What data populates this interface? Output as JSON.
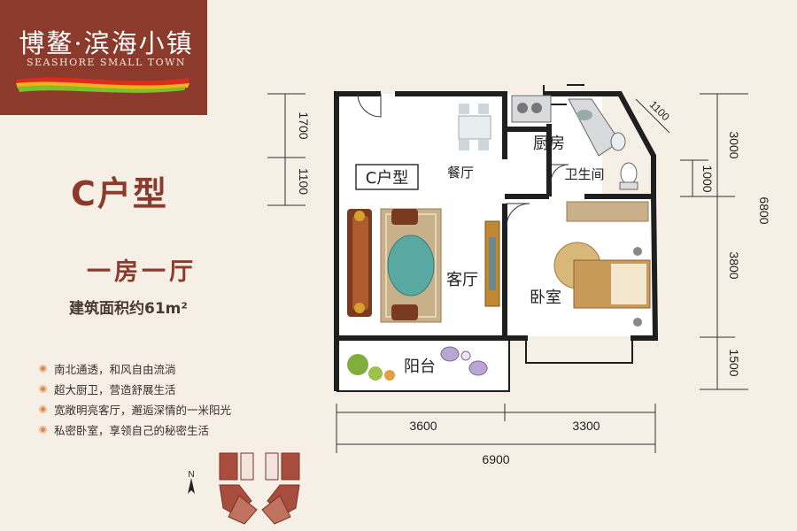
{
  "brand": {
    "name_cn": "博鳌·滨海小镇",
    "name_en": "SEASHORE SMALL TOWN",
    "colors": {
      "panel": "#8b3a2c",
      "stripe": [
        "#e02a1c",
        "#f4b21a",
        "#7cc12b"
      ]
    }
  },
  "unit": {
    "type_title": "C户型",
    "layout": "一房一厅",
    "area": "建筑面积约61m²"
  },
  "features": [
    {
      "text": "南北通透，和风自由流淌",
      "icon": "bullet-circle-icon"
    },
    {
      "text": "超大厨卫，营造舒展生活",
      "icon": "bullet-circle-icon"
    },
    {
      "text": "宽敞明亮客厅，邂逅深情的一米阳光",
      "icon": "bullet-circle-icon"
    },
    {
      "text": "私密卧室，享领自己的秘密生活",
      "icon": "bullet-circle-icon"
    }
  ],
  "floorplan": {
    "plan_label": "C户型",
    "rooms": {
      "dining": "餐厅",
      "kitchen": "厨房",
      "bathroom": "卫生间",
      "living": "客厅",
      "bedroom": "卧室",
      "balcony": "阳台"
    },
    "dimensions": {
      "left_top": "1700",
      "left_bottom": "1100",
      "diagonal": "1100",
      "right_small": "1000",
      "right_1": "3000",
      "right_2": "3800",
      "right_3": "1500",
      "right_total": "6800",
      "bottom_left": "3600",
      "bottom_right": "3300",
      "bottom_total": "6900"
    }
  },
  "compass": {
    "label": "N",
    "icon": "north-arrow-icon"
  },
  "site_plan": {
    "icon": "site-plan-icon"
  }
}
